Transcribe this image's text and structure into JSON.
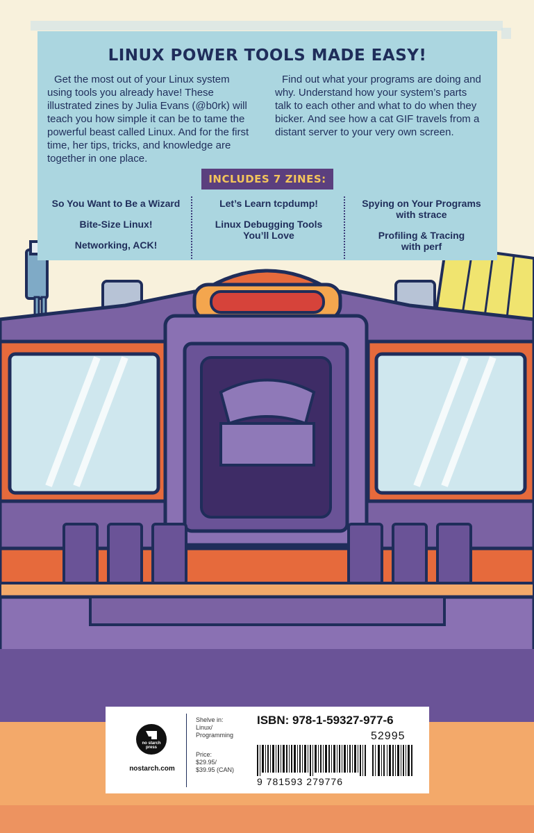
{
  "header": {
    "title": "LINUX POWER TOOLS MADE EASY!"
  },
  "blurb": {
    "left": "Get the most out of your Linux system using tools you already have! These illustrated zines by Julia Evans (@b0rk) will teach you how simple it can be to tame the powerful beast called Linux. And for the first time, her tips, tricks, and knowledge are together in one place.",
    "right": "Find out what your programs are doing and why. Understand how your system’s parts talk to each other and what to do when they bicker. And see how a cat GIF travels from a distant server to your very own screen."
  },
  "zines": {
    "badge": "INCLUDES 7 ZINES:",
    "columns": [
      [
        "So You Want to Be a Wizard",
        "Bite-Size Linux!",
        "Networking, ACK!"
      ],
      [
        "Let’s Learn tcpdump!",
        "Linux Debugging Tools\nYou’ll Love"
      ],
      [
        "Spying on Your Programs\nwith strace",
        "Profiling & Tracing\nwith perf"
      ]
    ]
  },
  "back_matter": {
    "publisher_logo_text": "no starch press",
    "website": "nostarch.com",
    "shelve_in": "Shelve in:\nLinux/\nProgramming",
    "price": "Price:\n$29.95/\n$39.95 (CAN)",
    "isbn": "ISBN: 978-1-59327-977-6",
    "price_code": "52995",
    "barcode_digits": "9 781593 279776"
  },
  "colors": {
    "background": "#f8f1dc",
    "panel": "#abd6e0",
    "title_text": "#1f2d5a",
    "badge_bg": "#5b3f7e",
    "badge_text": "#f4c55b",
    "case_purple": "#7b62a3",
    "case_dark": "#4f3b73",
    "accent_orange": "#e66a3c",
    "accent_peach": "#f3a96a",
    "screen_blue": "#cfe7ee"
  }
}
